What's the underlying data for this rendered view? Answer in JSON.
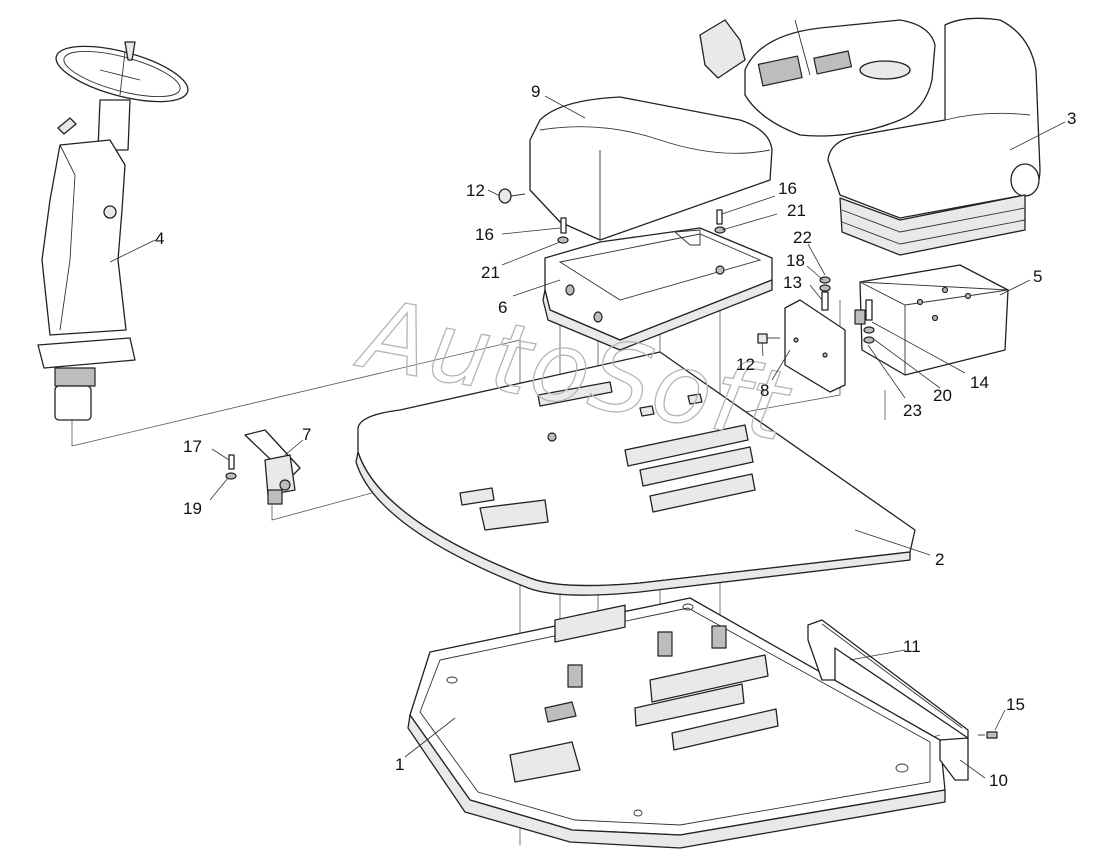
{
  "watermark": "AutoSoft",
  "callouts": [
    {
      "id": "c1",
      "text": "1"
    },
    {
      "id": "c2",
      "text": "2"
    },
    {
      "id": "c3",
      "text": "3"
    },
    {
      "id": "c4",
      "text": "4"
    },
    {
      "id": "c5",
      "text": "5"
    },
    {
      "id": "c6",
      "text": "6"
    },
    {
      "id": "c7",
      "text": "7"
    },
    {
      "id": "c8",
      "text": "8"
    },
    {
      "id": "c9",
      "text": "9"
    },
    {
      "id": "c10",
      "text": "10"
    },
    {
      "id": "c11",
      "text": "11"
    },
    {
      "id": "c12a",
      "text": "12"
    },
    {
      "id": "c12b",
      "text": "12"
    },
    {
      "id": "c13",
      "text": "13"
    },
    {
      "id": "c14",
      "text": "14"
    },
    {
      "id": "c15",
      "text": "15"
    },
    {
      "id": "c16a",
      "text": "16"
    },
    {
      "id": "c16b",
      "text": "16"
    },
    {
      "id": "c17",
      "text": "17"
    },
    {
      "id": "c18",
      "text": "18"
    },
    {
      "id": "c19",
      "text": "19"
    },
    {
      "id": "c20",
      "text": "20"
    },
    {
      "id": "c21a",
      "text": "21"
    },
    {
      "id": "c21b",
      "text": "21"
    },
    {
      "id": "c22",
      "text": "22"
    },
    {
      "id": "c23",
      "text": "23"
    }
  ]
}
